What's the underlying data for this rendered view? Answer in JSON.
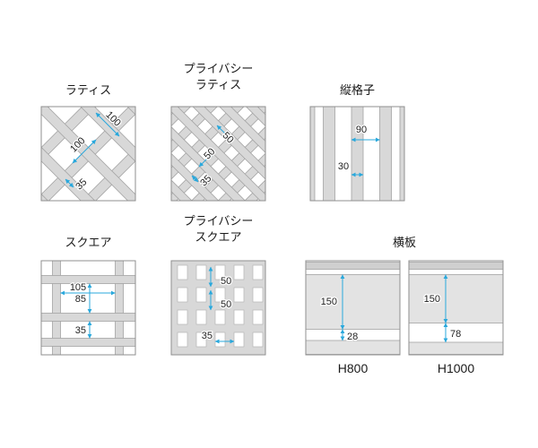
{
  "figures": {
    "lattice": {
      "title": "ラティス",
      "dim_pitch_a": "100",
      "dim_pitch_b": "100",
      "dim_slat": "35"
    },
    "privacy_lattice": {
      "title_line1": "プライバシー",
      "title_line2": "ラティス",
      "dim_pitch_a": "50",
      "dim_pitch_b": "50",
      "dim_slat": "35"
    },
    "vertical_slats": {
      "title": "縦格子",
      "dim_pitch": "90",
      "dim_slat": "30"
    },
    "square": {
      "title": "スクエア",
      "dim_width": "105",
      "dim_height_top": "85",
      "dim_height_bottom": "35"
    },
    "privacy_square": {
      "title_line1": "プライバシー",
      "title_line2": "スクエア",
      "dim_row_a": "50",
      "dim_row_b": "50",
      "dim_col": "35"
    },
    "horizontal_boards": {
      "title": "横板",
      "h800": {
        "label": "H800",
        "dim_board": "150",
        "dim_gap": "28"
      },
      "h1000": {
        "label": "H1000",
        "dim_board": "150",
        "dim_gap": "78"
      }
    }
  },
  "colors": {
    "dimension_accent": "#29a8dc",
    "slat_fill": "#d8d8d8",
    "outline": "#8f8f8f"
  }
}
